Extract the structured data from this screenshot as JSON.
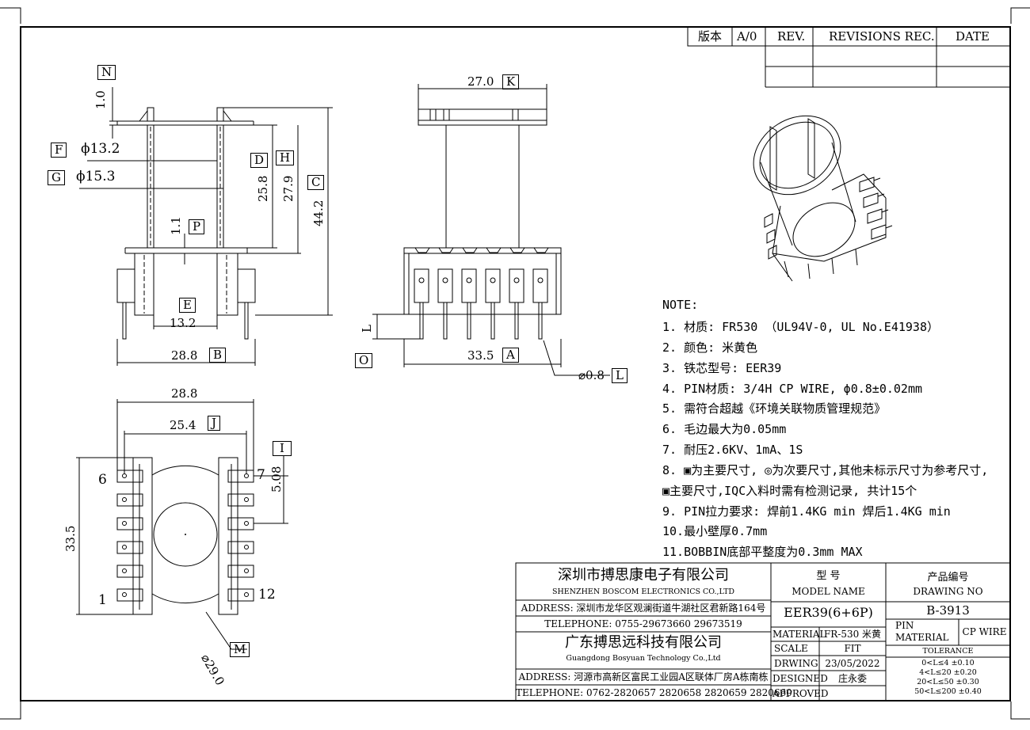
{
  "revision_table": {
    "version_label": "版本",
    "version_value": "A/0",
    "rev_label": "REV.",
    "revisions_label": "REVISIONS REC.",
    "date_label": "DATE"
  },
  "dims": {
    "N": "N",
    "n_value": "1.0",
    "F": "F",
    "f_value": "ϕ13.2",
    "G": "G",
    "g_value": "ϕ15.3",
    "D": "D",
    "d_value": "25.8",
    "H": "H",
    "h_value": "27.9",
    "C": "C",
    "c_value": "44.2",
    "P": "P",
    "p_value": "1.1",
    "E": "E",
    "e_value": "13.2",
    "B": "B",
    "b_value": "28.8",
    "K": "K",
    "k_value": "27.0",
    "L_pin": "L",
    "O": "O",
    "A": "A",
    "a_value": "33.5",
    "Ld": "L",
    "ld_value": "⌀0.8",
    "top_value": "28.8",
    "J": "J",
    "j_value": "25.4",
    "I": "I",
    "i_value": "5.08",
    "side_value": "33.5",
    "M": "M",
    "m_value": "⌀29.0",
    "pin6": "6",
    "pin7": "7",
    "pin1": "1",
    "pin12": "12"
  },
  "notes": {
    "header": "NOTE:",
    "items": [
      "1. 材质: FR530 （UL94V-0, UL No.E41938）",
      "2. 颜色: 米黄色",
      "3. 铁芯型号: EER39",
      "4. PIN材质: 3/4H CP WIRE, ϕ0.8±0.02mm",
      "5. 需符合超越《环境关联物质管理规范》",
      "6. 毛边最大为0.05mm",
      "7. 耐压2.6KV、1mA、1S",
      "8. ▣为主要尺寸, ◎为次要尺寸,其他未标示尺寸为参考尺寸,",
      "   ▣主要尺寸,IQC入料时需有检测记录, 共计15个",
      "9. PIN拉力要求: 焊前1.4KG min 焊后1.4KG min",
      "10.最小壁厚0.7mm",
      "11.BOBBIN底部平整度为0.3mm MAX"
    ]
  },
  "title_block": {
    "company1_cn": "深圳市搏思康电子有限公司",
    "company1_en": "SHENZHEN BOSCOM ELECTRONICS CO.,LTD",
    "address1": "ADDRESS: 深圳市龙华区观澜街道牛湖社区君新路164号",
    "telephone1": "TELEPHONE: 0755-29673660 29673519",
    "company2_cn": "广东搏思远科技有限公司",
    "company2_en": "Guangdong Bosyuan Technology Co.,Ltd",
    "address2": "ADDRESS: 河源市高新区富民工业园A区联体厂房A栋南栋",
    "telephone2": "TELEPHONE: 0762-2820657 2820658 2820659 2820660",
    "model_cn": "型 号",
    "model_en": "MODEL NAME",
    "model_value": "EER39(6+6P)",
    "drawing_cn": "产品编号",
    "drawing_en": "DRAWING NO",
    "drawing_value": "B-3913",
    "material_label": "MATERIAL",
    "material_value": "FR-530 米黄",
    "pin_material_label_1": "PIN",
    "pin_material_label_2": "MATERIAL",
    "pin_material_value": "CP WIRE",
    "scale_label": "SCALE",
    "scale_value": "FIT",
    "tolerance_label": "TOLERANCE",
    "drwing_label": "DRWING",
    "drwing_value": "23/05/2022",
    "designed_label": "DESIGNED",
    "designed_value": "庄永委",
    "approved_label": "APPROVED",
    "tolerances": [
      "0<L≤4  ±0.10",
      "4<L≤20  ±0.20",
      "20<L≤50  ±0.30",
      "50<L≤200 ±0.40"
    ]
  }
}
